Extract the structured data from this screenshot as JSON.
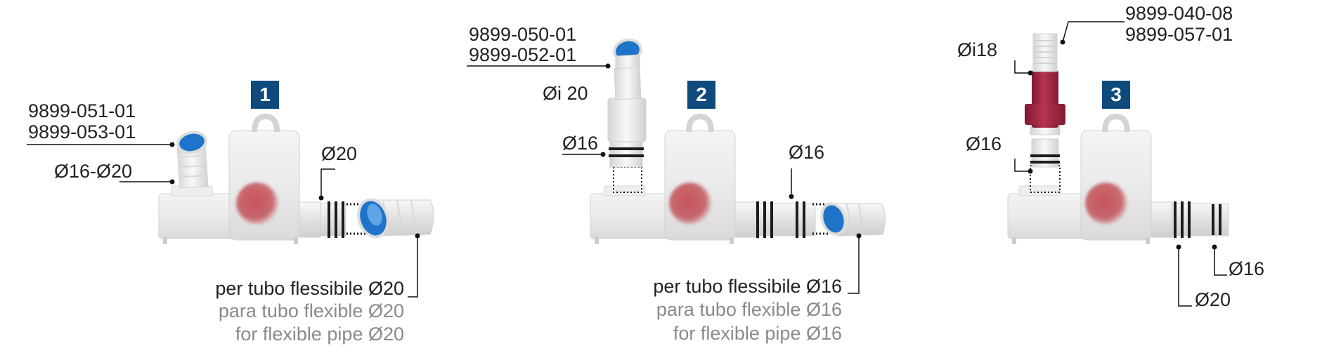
{
  "colors": {
    "badge": "#0f4a7d",
    "text": "#222222",
    "text_secondary": "#8a8a8a",
    "body_plastic": "#e8e8e8",
    "red_ball": "#c6474f",
    "blue_insert": "#1e74c9",
    "red_collar": "#a3243e",
    "ring": "#1c1c1c"
  },
  "assemblies": [
    {
      "badge": "1",
      "codes": [
        "9899-051-01",
        "9899-053-01"
      ],
      "inlet_diameter": "Ø16-Ø20",
      "outlet_diameter": "Ø20",
      "captions": [
        "per tubo flessibile Ø20",
        "para tubo flexible Ø20",
        "for flexible pipe Ø20"
      ]
    },
    {
      "badge": "2",
      "codes": [
        "9899-050-01",
        "9899-052-01"
      ],
      "inner_diameter": "Øi 20",
      "inlet_diameter": "Ø16",
      "outlet_diameter": "Ø16",
      "captions": [
        "per tubo flessibile Ø16",
        "para tubo flexible Ø16",
        "for flexible pipe Ø16"
      ]
    },
    {
      "badge": "3",
      "codes": [
        "9899-040-08",
        "9899-057-01"
      ],
      "inner_diameter": "Øi18",
      "inlet_diameter": "Ø16",
      "outlet_diameter_large": "Ø20",
      "outlet_diameter_small": "Ø16"
    }
  ]
}
